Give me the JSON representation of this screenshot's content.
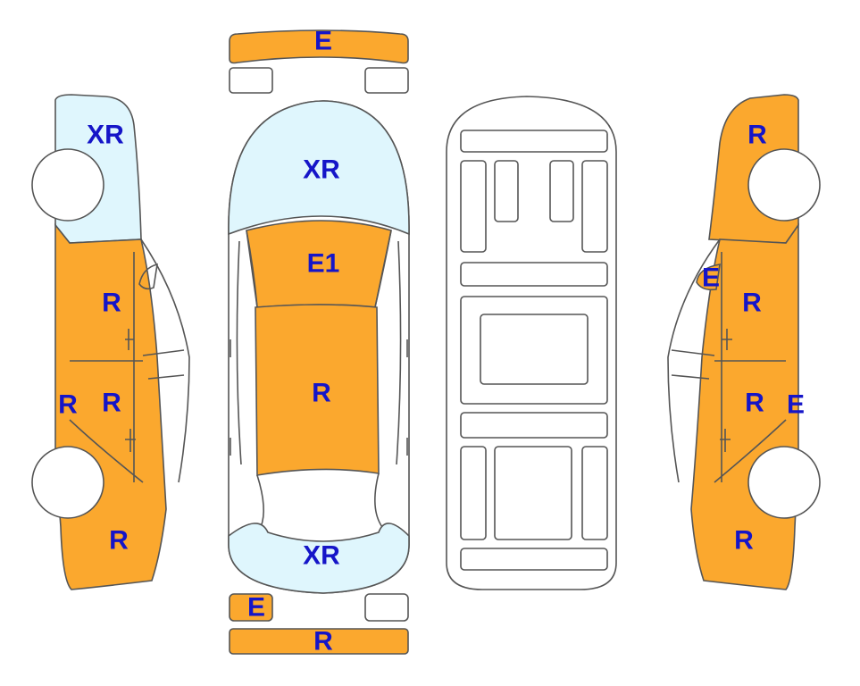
{
  "colors": {
    "repair": "#FBA82E",
    "blank": "#DFF6FD",
    "white": "#FFFFFF",
    "outline": "#555555",
    "label": "#1515C8"
  },
  "left_side": {
    "front": "XR",
    "front_door": "R",
    "rear_door": "R",
    "sill": "R",
    "rear_quarter": "R"
  },
  "top_view": {
    "front_bumper": "E",
    "hood": "XR",
    "windshield": "E1",
    "roof": "R",
    "trunk": "XR",
    "rear_bumper_corner": "E",
    "rear_bumper": "R"
  },
  "right_side": {
    "front": "R",
    "mirror": "E",
    "front_door": "R",
    "rear_door": "R",
    "sill": "E",
    "rear_quarter": "R"
  }
}
